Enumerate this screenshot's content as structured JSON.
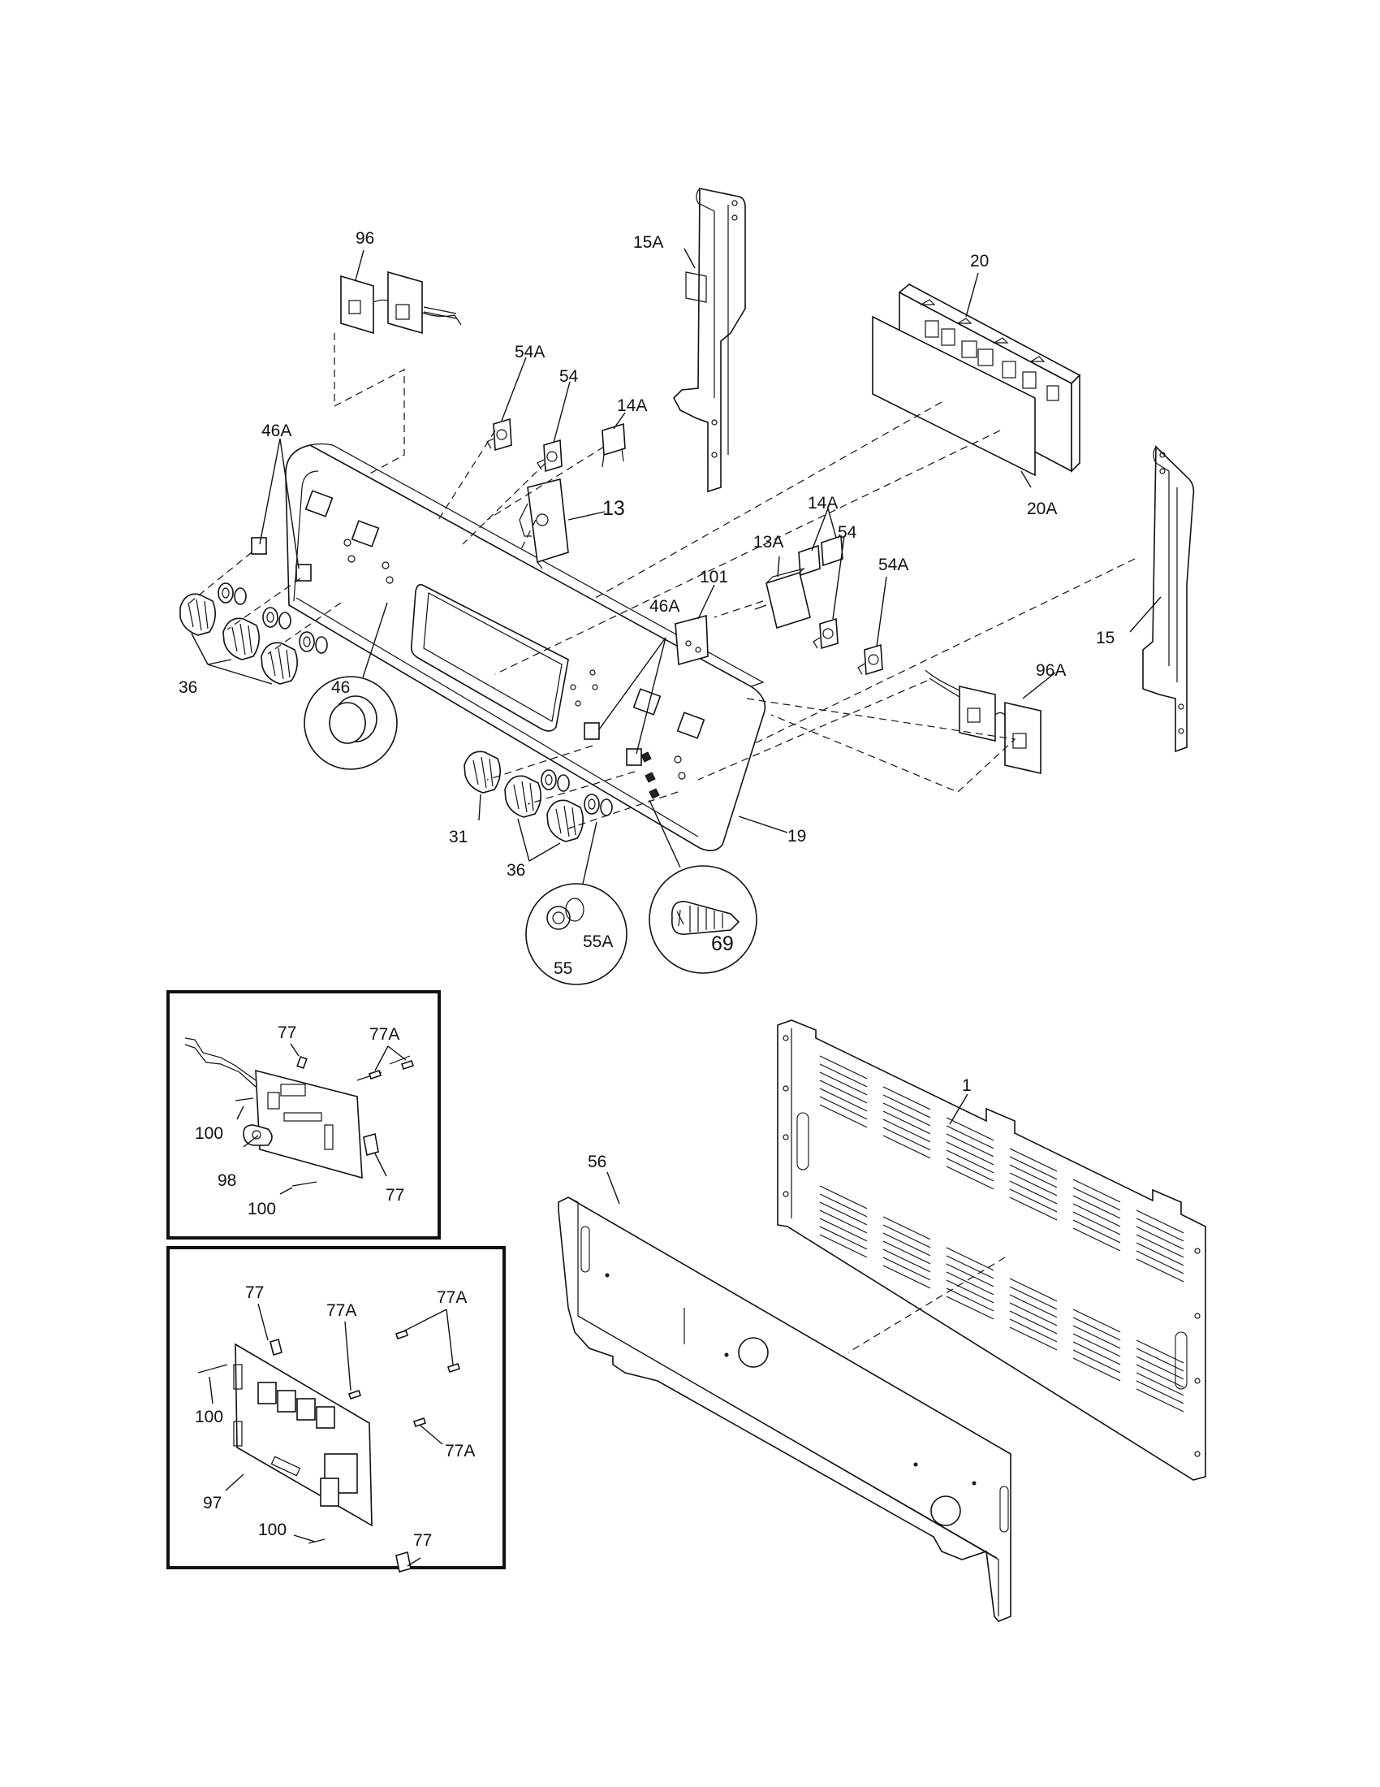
{
  "labels": {
    "l96": "96",
    "l15A": "15A",
    "l20": "20",
    "l54A_top": "54A",
    "l54_top": "54",
    "l14A_top": "14A",
    "l46A_left": "46A",
    "l13": "13",
    "l20A": "20A",
    "l14A_mid": "14A",
    "l13A": "13A",
    "l54_mid": "54",
    "l54A_mid": "54A",
    "l101": "101",
    "l46A_mid": "46A",
    "l15": "15",
    "l36_left": "36",
    "l46": "46",
    "l96A": "96A",
    "l31": "31",
    "l19": "19",
    "l36_bottom": "36",
    "l55A": "55A",
    "l55": "55",
    "l69": "69",
    "b1_77_top": "77",
    "b1_77A": "77A",
    "b1_100_top": "100",
    "b1_98": "98",
    "b1_77_bottom": "77",
    "b1_100_bottom": "100",
    "l1": "1",
    "l56": "56",
    "b2_77_top": "77",
    "b2_77A_left": "77A",
    "b2_77A_right": "77A",
    "b2_100_top": "100",
    "b2_77A_mid": "77A",
    "b2_97": "97",
    "b2_100_bottom": "100",
    "b2_77_bottom": "77"
  }
}
